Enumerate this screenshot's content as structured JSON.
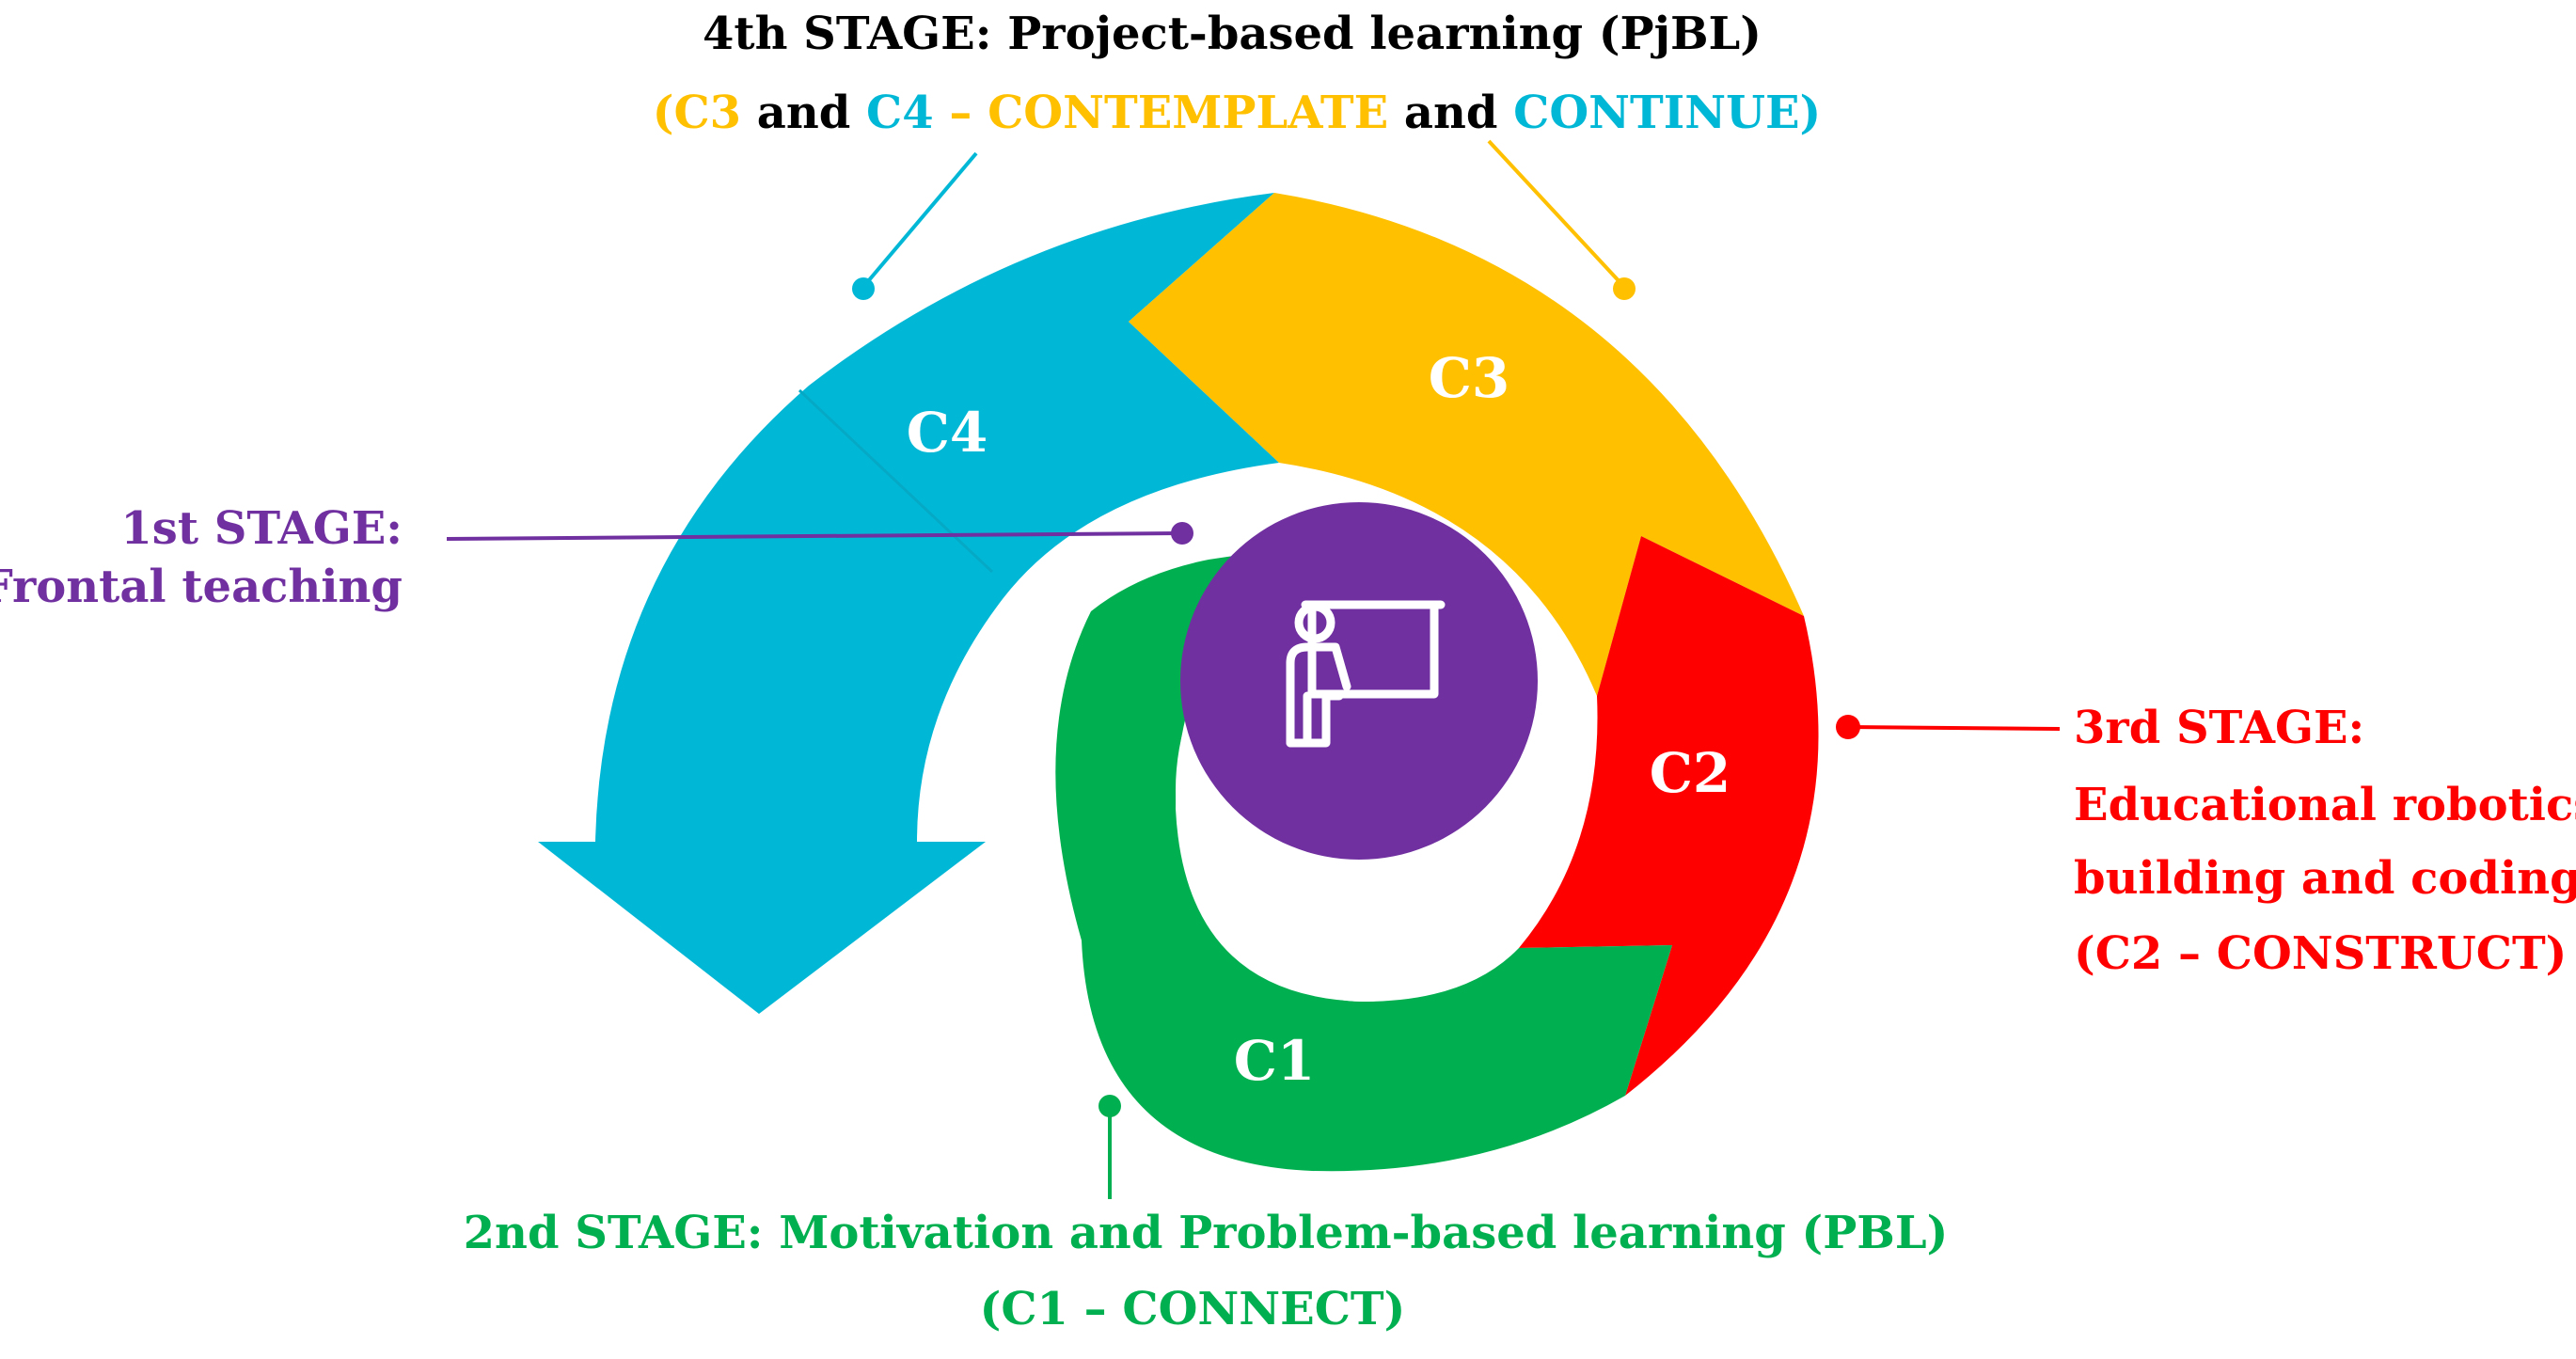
{
  "colors": {
    "c1": "#00b050",
    "c2": "#ff0000",
    "c3": "#ffc000",
    "c4": "#00b8d6",
    "center": "#7030a0",
    "text_dark": "#000000",
    "text_white": "#ffffff"
  },
  "center": {
    "icon": "teacher-at-board-icon"
  },
  "segments": {
    "c1": "C1",
    "c2": "C2",
    "c3": "C3",
    "c4": "C4"
  },
  "stage1": {
    "line1": "1st STAGE:",
    "line2": "Frontal teaching"
  },
  "stage2": {
    "line1": "2nd STAGE: Motivation and Problem-based learning (PBL)",
    "line2": "(C1 – CONNECT)"
  },
  "stage3": {
    "line1": "3rd STAGE:",
    "line2": "Educational robotics,",
    "line3": "building and coding",
    "line4": "(C2 – CONSTRUCT)"
  },
  "stage4": {
    "title": "4th STAGE: Project-based learning (PjBL)",
    "sub_open": "(",
    "sub_c3": "C3",
    "sub_and1": " and ",
    "sub_c4": "C4",
    "sub_dash": " – ",
    "sub_contemplate": "CONTEMPLATE",
    "sub_and2": " and ",
    "sub_continue": "CONTINUE",
    "sub_close": ")"
  }
}
